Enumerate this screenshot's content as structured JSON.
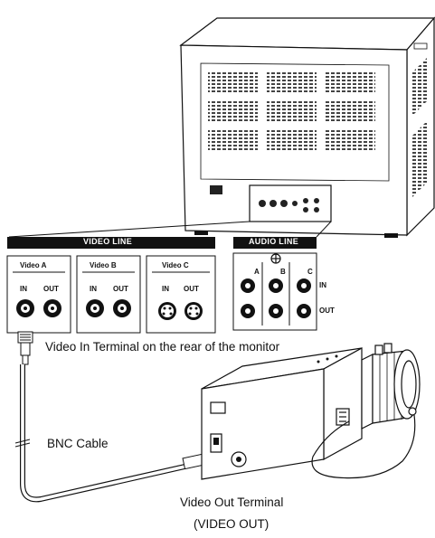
{
  "panel": {
    "video_line_title": "VIDEO LINE",
    "audio_line_title": "AUDIO LINE",
    "video_groups": [
      {
        "label": "Video A",
        "in": "IN",
        "out": "OUT"
      },
      {
        "label": "Video B",
        "in": "IN",
        "out": "OUT"
      },
      {
        "label": "Video C",
        "in": "IN",
        "out": "OUT"
      }
    ],
    "audio_columns": [
      "A",
      "B",
      "C"
    ],
    "audio_rows": [
      "IN",
      "OUT"
    ]
  },
  "captions": {
    "video_in_terminal": "Video In Terminal on the rear of the monitor",
    "bnc_cable": "BNC Cable",
    "video_out_terminal": "Video Out Terminal",
    "video_out_paren": "(VIDEO OUT)"
  }
}
